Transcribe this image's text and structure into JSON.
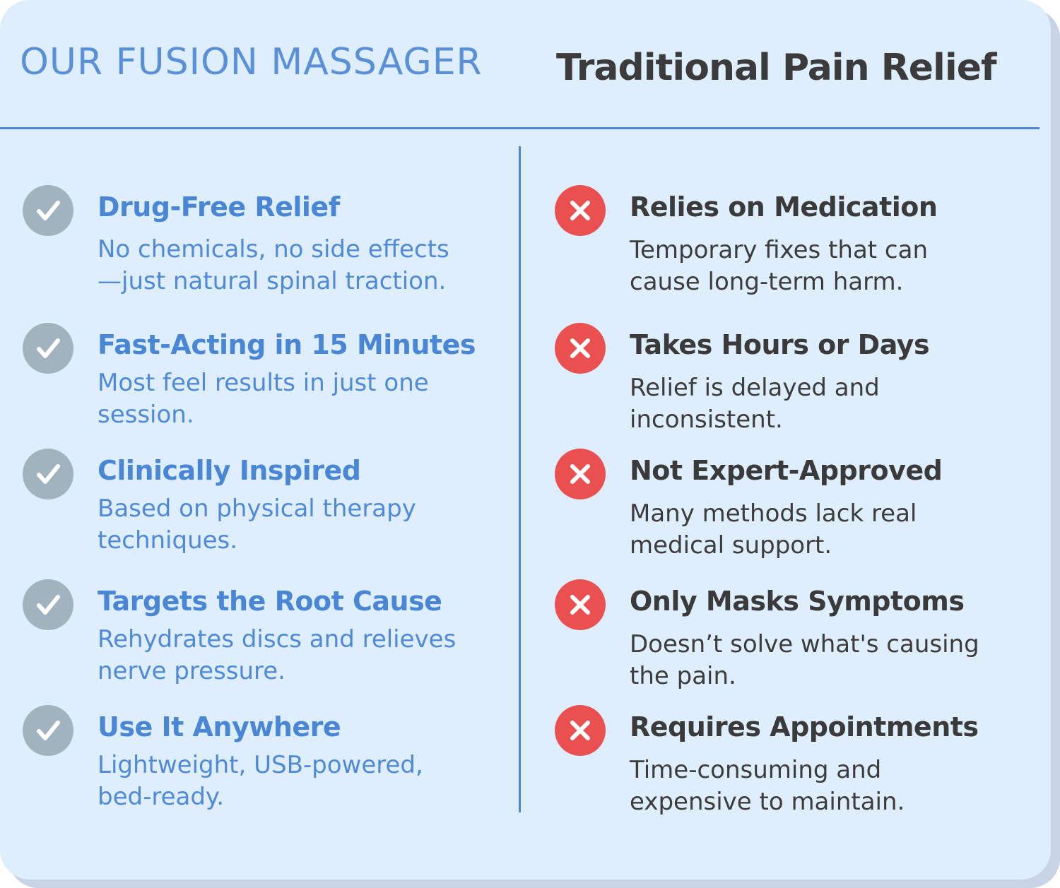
{
  "header": {
    "left_title": "OUR FUSION MASSAGER",
    "right_title": "Traditional Pain Relief"
  },
  "colors": {
    "accent_blue": "#4a86d6",
    "cross_red": "#e9504f",
    "check_gray": "#a2b3c0",
    "background": "#deeefc"
  },
  "left_items": [
    {
      "icon": "check-icon",
      "title": "Drug-Free Relief",
      "desc_lines": [
        "No chemicals, no side effects",
        "—just natural spinal traction."
      ]
    },
    {
      "icon": "check-icon",
      "title": "Fast-Acting in 15 Minutes",
      "desc_lines": [
        "Most feel results in just one",
        "session."
      ]
    },
    {
      "icon": "check-icon",
      "title": "Clinically Inspired",
      "desc_lines": [
        "Based on physical therapy",
        "techniques."
      ]
    },
    {
      "icon": "check-icon",
      "title": "Targets the Root Cause",
      "desc_lines": [
        "Rehydrates discs and relieves",
        "nerve pressure."
      ]
    },
    {
      "icon": "check-icon",
      "title": "Use It Anywhere",
      "desc_lines": [
        "Lightweight, USB-powered,",
        "bed-ready."
      ]
    }
  ],
  "right_items": [
    {
      "icon": "cross-icon",
      "title": "Relies on Medication",
      "desc_lines": [
        "Temporary fixes that can",
        "cause long-term harm."
      ]
    },
    {
      "icon": "cross-icon",
      "title": "Takes Hours or Days",
      "desc_lines": [
        "Relief is delayed and",
        "inconsistent."
      ]
    },
    {
      "icon": "cross-icon",
      "title": "Not Expert-Approved",
      "desc_lines": [
        "Many methods lack real",
        "medical support."
      ]
    },
    {
      "icon": "cross-icon",
      "title": "Only Masks Symptoms",
      "desc_lines": [
        "Doesn’t solve what's causing",
        "the pain."
      ]
    },
    {
      "icon": "cross-icon",
      "title": "Requires Appointments",
      "desc_lines": [
        "Time-consuming and",
        "expensive to maintain."
      ]
    }
  ]
}
